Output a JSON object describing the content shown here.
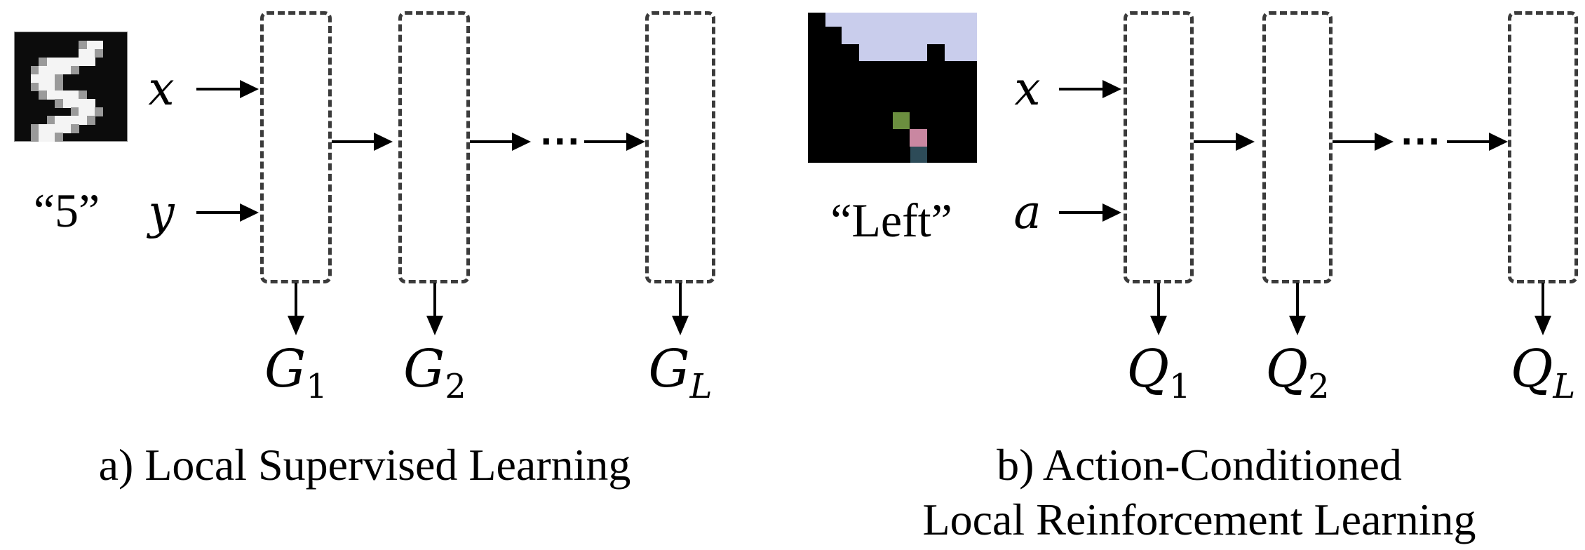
{
  "figure": {
    "panel_a": {
      "caption": "a) Local Supervised Learning",
      "image_label": "“5”",
      "input_top": "x",
      "input_bottom": "y",
      "ellipsis": "...",
      "outputs": [
        {
          "base": "G",
          "sub": "1"
        },
        {
          "base": "G",
          "sub": "2"
        },
        {
          "base": "G",
          "sub": "L"
        }
      ],
      "mnist": {
        "digit": "5",
        "bg": "#0c0c0c",
        "pixel_bright": "#f4f4f4",
        "pixel_soft": "#9a9a9a",
        "rows": [
          "..............",
          "........gWW...",
          "........WWg...",
          "...gWWWWWW....",
          "..gWWWWg......",
          "..WWWg........",
          "..gWWg........",
          "...gWWWWg.....",
          ".....gWWWW....",
          ".......gWWg...",
          "....gWWWWg....",
          "..gWWWWg......",
          "..gWWg........"
        ]
      }
    },
    "panel_b": {
      "caption_line1": "b) Action-Conditioned",
      "caption_line2": "Local Reinforcement Learning",
      "image_label": "“Left”",
      "input_top": "x",
      "input_bottom": "a",
      "ellipsis": "...",
      "outputs": [
        {
          "base": "Q",
          "sub": "1"
        },
        {
          "base": "Q",
          "sub": "2"
        },
        {
          "base": "Q",
          "sub": "L"
        }
      ],
      "game": {
        "action": "Left",
        "bg": "#000000",
        "sky": "#c9cdec",
        "sprite_green": "#6b8e3f",
        "sprite_pink": "#c987a1",
        "sprite_teal": "#2d4b58"
      }
    },
    "style": {
      "box_border": "#3b3b3b",
      "arrow": "#000000",
      "text": "#000000",
      "background": "#ffffff"
    }
  }
}
